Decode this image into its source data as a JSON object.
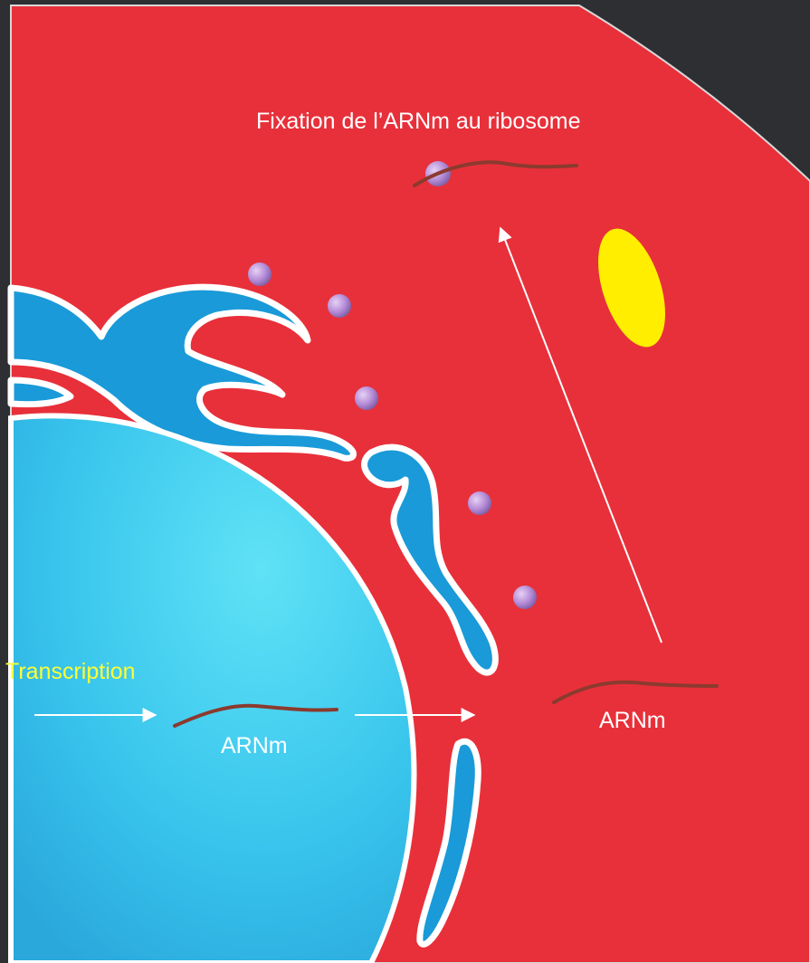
{
  "labels": {
    "title": "Fixation de l’ARNm au ribosome",
    "transcription": "Transcription",
    "arnm_nucleus": "ARNm",
    "arnm_cytoplasm": "ARNm"
  },
  "colors": {
    "background": "#2e2f33",
    "cytoplasm": "#e8303a",
    "nucleus": "#3fd0f0",
    "reticulum": "#1a9ad8",
    "membrane_outline": "#ffffff",
    "mrna_strand": "#8b3a2e",
    "ribosome": "#b98ad8",
    "vesicle": "#ffee00",
    "arrow": "#ffffff",
    "transcription_text": "#ffff33"
  },
  "icons": {
    "ribosome": "ribosome-sphere-icon",
    "vesicle": "yellow-vesicle-icon",
    "arrow": "arrow-icon"
  }
}
